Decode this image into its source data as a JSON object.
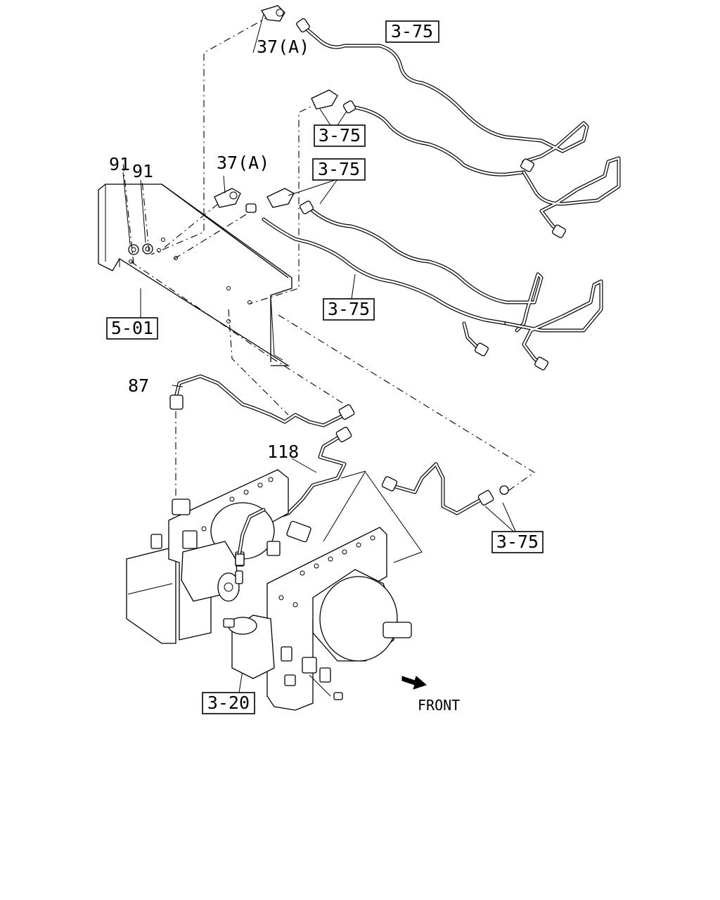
{
  "diagram": {
    "labels": {
      "ref_3_75_a": "3-75",
      "ref_3_75_b": "3-75",
      "ref_3_75_c": "3-75",
      "ref_3_75_d": "3-75",
      "ref_3_75_e": "3-75",
      "ref_5_01": "5-01",
      "ref_3_20": "3-20",
      "part_37a_top": "37(A)",
      "part_37a_mid": "37(A)",
      "part_91_a": "91",
      "part_91_b": "91",
      "part_87": "87",
      "part_118": "118",
      "front": "FRONT"
    }
  }
}
